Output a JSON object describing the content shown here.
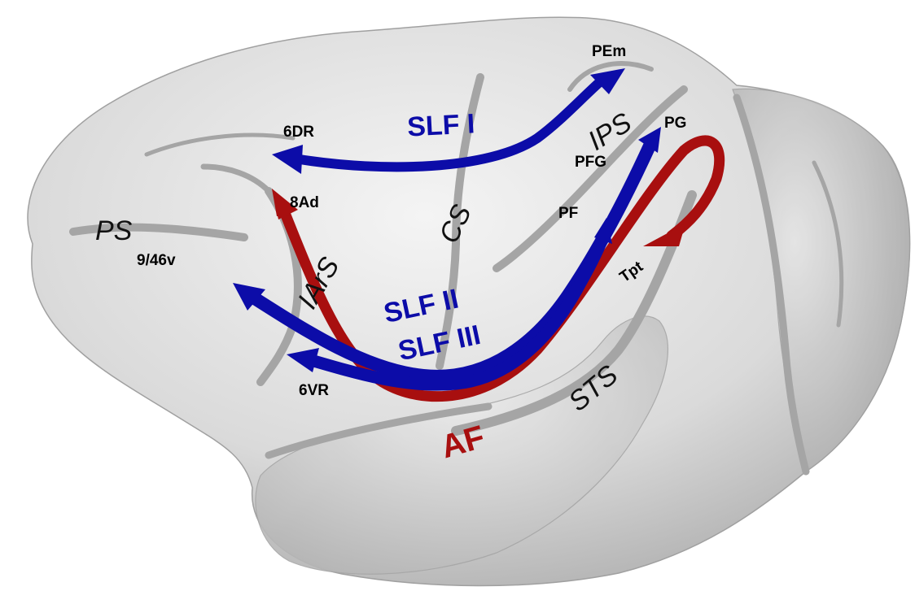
{
  "colors": {
    "slf": "#0c0ca8",
    "af": "#a80f0f",
    "brain_light": "#f2f2f2",
    "brain_mid": "#cfcfcf",
    "brain_dark": "#9c9c9c",
    "sulcus": "#a8a8a8"
  },
  "labels": {
    "areas": {
      "pem": "PEm",
      "pg": "PG",
      "pfg": "PFG",
      "pf": "PF",
      "tpt": "Tpt",
      "dr6": "6DR",
      "ad8": "8Ad",
      "v946": "9/46v",
      "vr6": "6VR"
    },
    "sulci": {
      "ps": "PS",
      "cs": "CS",
      "ips": "IPS",
      "iars": "IArS",
      "sts": "STS"
    },
    "tracts": {
      "slf1": "SLF I",
      "slf2": "SLF II",
      "slf3": "SLF III",
      "af": "AF"
    }
  }
}
